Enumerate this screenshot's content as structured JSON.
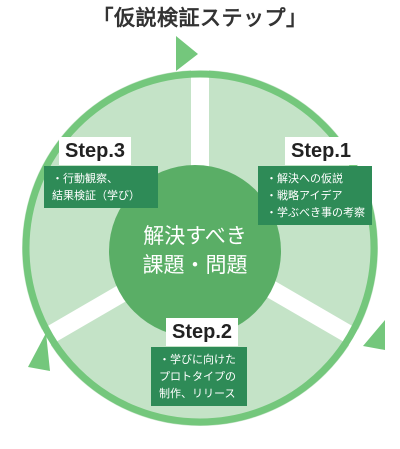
{
  "title": "「仮説検証ステップ」",
  "center": {
    "line1": "解決すべき",
    "line2": "課題・問題"
  },
  "steps": [
    {
      "label": "Step.1",
      "items": [
        "・解決への仮説",
        "・戦略アイデア",
        "・学ぶべき事の考察"
      ]
    },
    {
      "label": "Step.2",
      "items": [
        "・学びに向けた",
        "プロトタイプの",
        "制作、リリース"
      ]
    },
    {
      "label": "Step.3",
      "items": [
        "・行動観察、",
        "結果検証（学び）"
      ]
    }
  ],
  "colors": {
    "ring": "#c4e3c7",
    "arrow": "#74c77c",
    "center": "#5aae66",
    "box": "#2e8b57",
    "title": "#333333"
  }
}
